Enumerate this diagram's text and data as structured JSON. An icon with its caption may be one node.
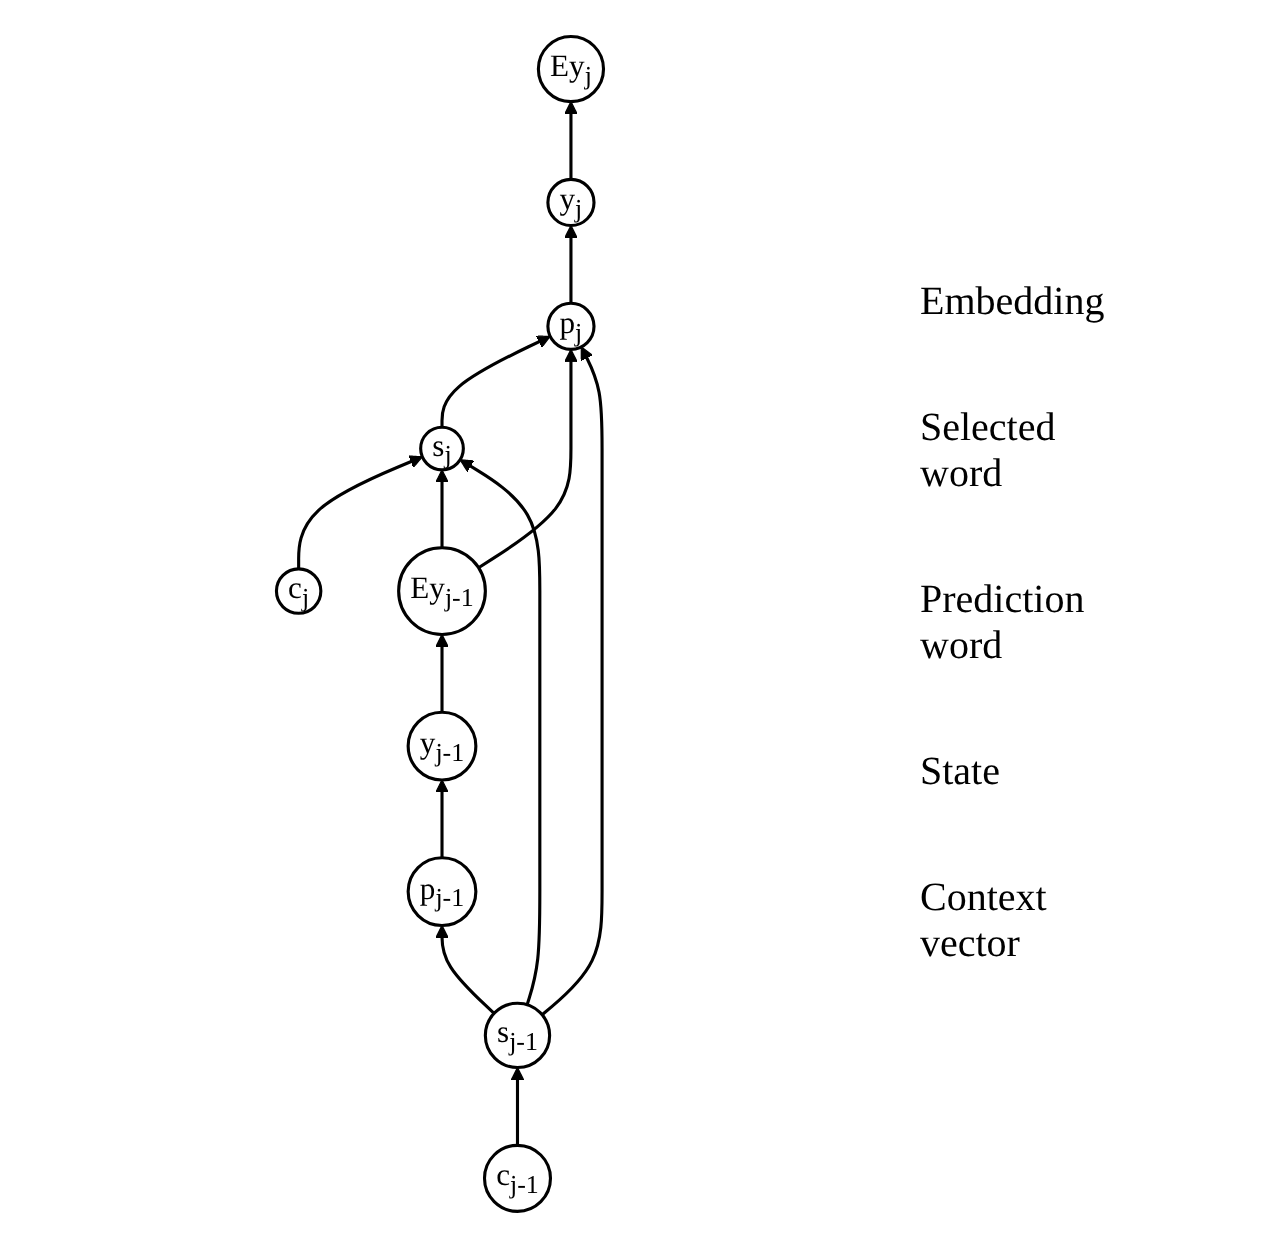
{
  "diagram": {
    "nodes": [
      {
        "text": [
          "Ey$_{j-1}$"
        ]
      },
      {
        "text": [
          "Ey$_{j}$"
        ]
      },
      {
        "text": [
          "y$_{j-1}$"
        ]
      },
      {
        "text": [
          "y$_{j}$"
        ]
      },
      {
        "text": [
          "p$_{j-1}$"
        ]
      },
      {
        "text": [
          "p$_{j}$"
        ]
      },
      {
        "text": [
          "s$_{j-1}$"
        ]
      },
      {
        "text": [
          "s$_{j}$"
        ]
      },
      {
        "text": [
          "c$_{j-1}$"
        ]
      },
      {
        "text": [
          "c$_{j}$"
        ]
      }
    ],
    "edges": [
      {
        "from": 8,
        "to": 6,
        "arrow": "to"
      },
      {
        "from": 6,
        "to": 4,
        "arrow": "to"
      },
      {
        "from": 4,
        "to": 2,
        "arrow": "to"
      },
      {
        "from": 2,
        "to": 0,
        "arrow": "to"
      },
      {
        "from": 9,
        "to": 7,
        "arrow": "to"
      },
      {
        "from": 7,
        "to": 5,
        "arrow": "to"
      },
      {
        "from": 5,
        "to": 3,
        "arrow": "to"
      },
      {
        "from": 3,
        "to": 1,
        "arrow": "to"
      },
      {
        "from": 0,
        "to": 5,
        "arrow": "to"
      },
      {
        "from": 0,
        "to": 7,
        "arrow": "to"
      },
      {
        "from": 6,
        "to": 5,
        "arrow": "to"
      },
      {
        "from": 6,
        "to": 7,
        "arrow": "to"
      }
    ],
    "labels": [
      "Embedding",
      "Selected word",
      "Prediction word",
      "State",
      "Context vector"
    ]
  }
}
